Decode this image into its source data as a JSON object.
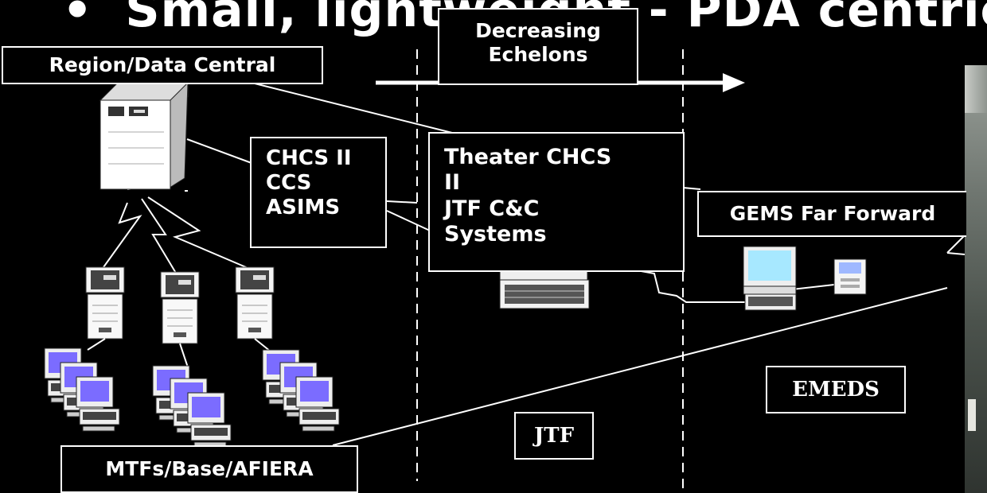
{
  "title": {
    "bullet": "•",
    "text": "Small, lightweight - PDA centric"
  },
  "labels": {
    "region": "Region/Data Central",
    "echelons_line1": "Decreasing",
    "echelons_line2": "Echelons",
    "chcs": [
      "CHCS II",
      "CCS",
      "ASIMS"
    ],
    "theater": [
      "Theater CHCS",
      "II",
      "JTF C&C",
      "Systems"
    ],
    "gems": "GEMS Far Forward",
    "emeds": "EMEDS",
    "jtf": "JTF",
    "mtfs": "MTFs/Base/AFIERA"
  },
  "colors": {
    "background": "#000000",
    "foreground": "#ffffff",
    "screen": "#7b6cff",
    "monitor_screen_light": "#a7e8ff",
    "photo": "#6f7670"
  }
}
